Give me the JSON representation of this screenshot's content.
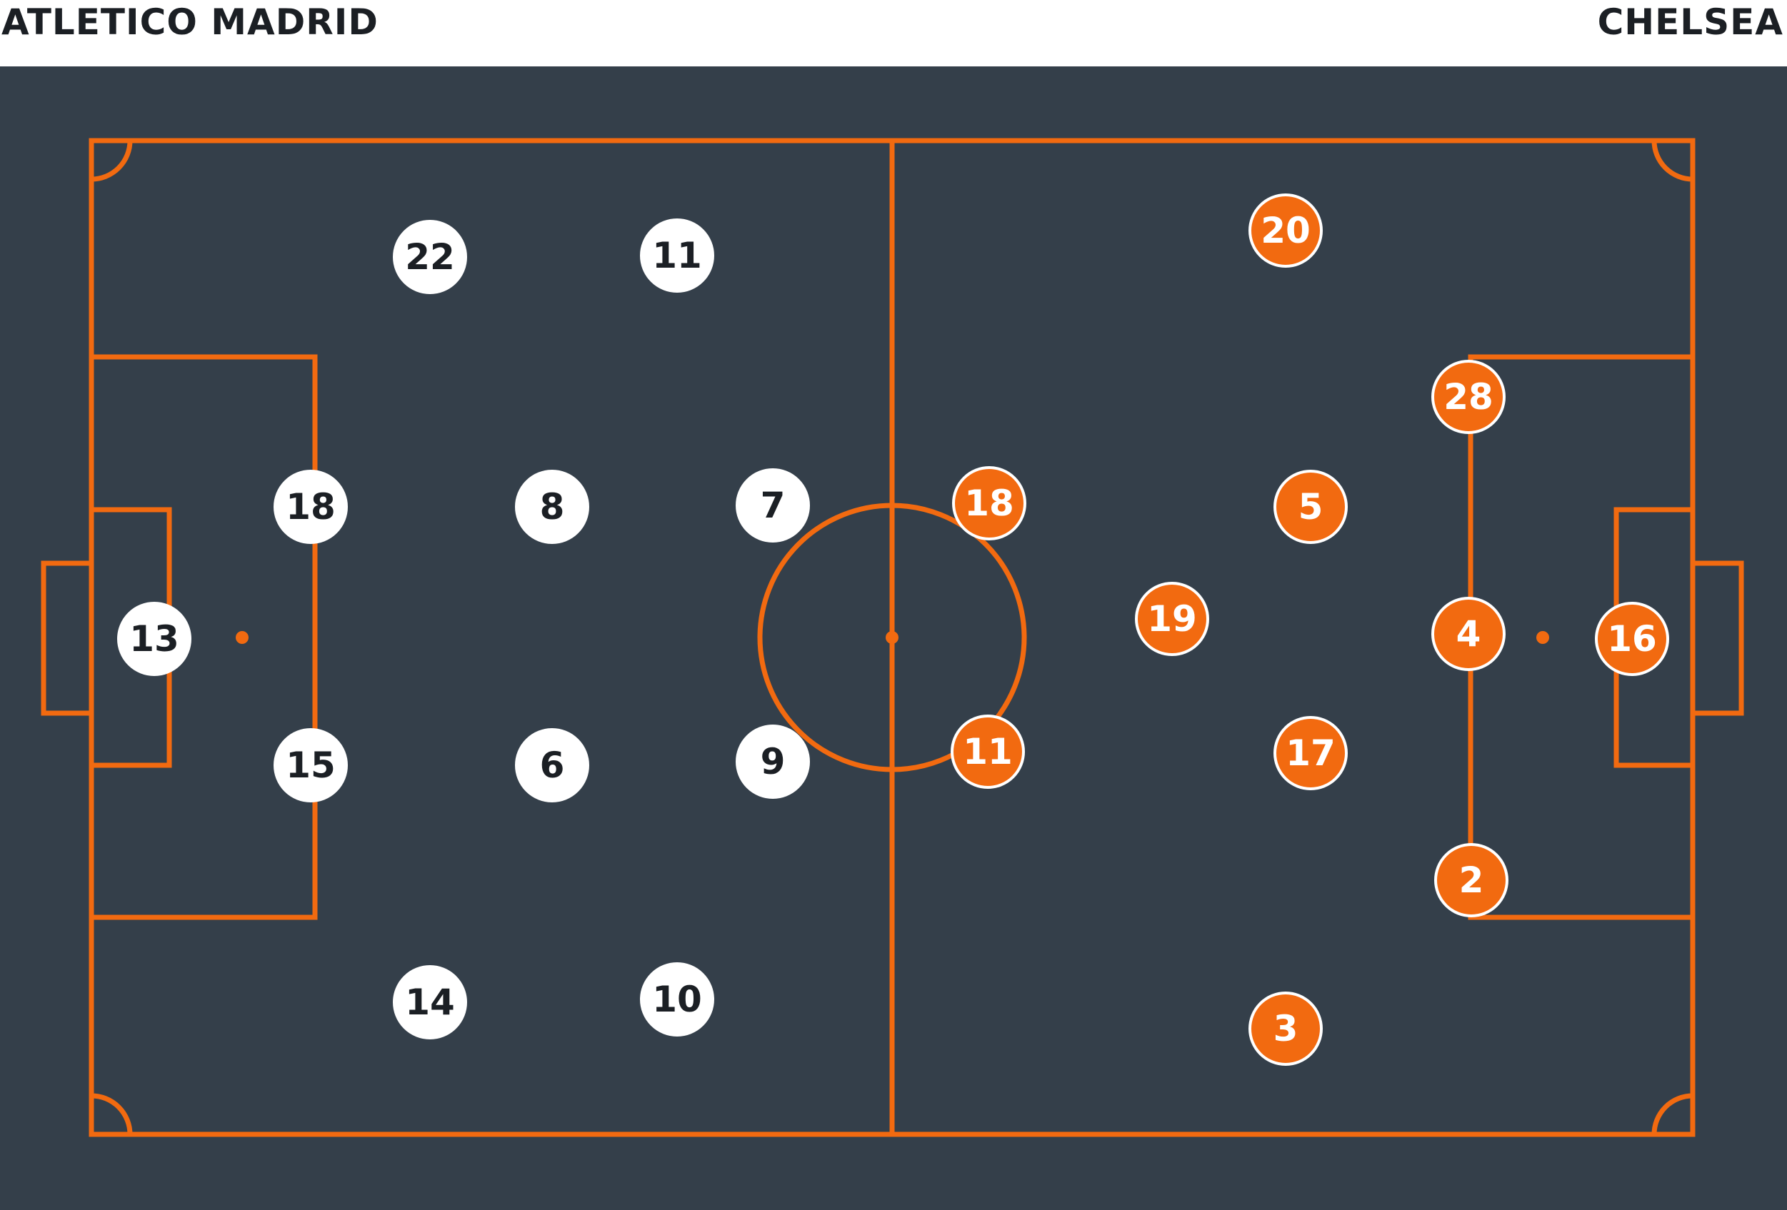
{
  "teams": {
    "home": {
      "name": "ATLETICO MADRID"
    },
    "away": {
      "name": "CHELSEA"
    }
  },
  "colors": {
    "background": "#ffffff",
    "pitch": "#343f4a",
    "lines": "#f26a10",
    "home_marker": "#ffffff",
    "home_number": "#1b1f24",
    "away_marker": "#f26a10",
    "away_number": "#ffffff"
  },
  "players": {
    "home": [
      {
        "number": "13"
      },
      {
        "number": "18"
      },
      {
        "number": "15"
      },
      {
        "number": "22"
      },
      {
        "number": "14"
      },
      {
        "number": "8"
      },
      {
        "number": "6"
      },
      {
        "number": "11"
      },
      {
        "number": "10"
      },
      {
        "number": "7"
      },
      {
        "number": "9"
      }
    ],
    "away": [
      {
        "number": "16"
      },
      {
        "number": "4"
      },
      {
        "number": "28"
      },
      {
        "number": "2"
      },
      {
        "number": "5"
      },
      {
        "number": "17"
      },
      {
        "number": "20"
      },
      {
        "number": "3"
      },
      {
        "number": "19"
      },
      {
        "number": "18"
      },
      {
        "number": "11"
      }
    ]
  }
}
